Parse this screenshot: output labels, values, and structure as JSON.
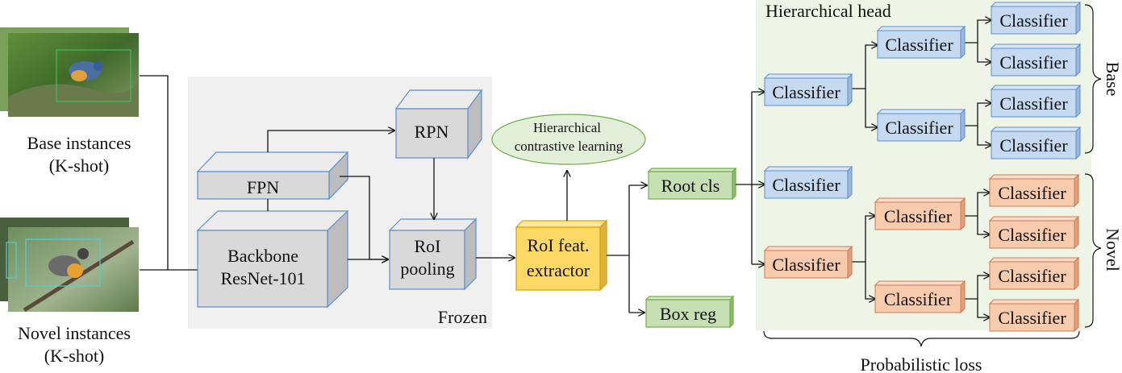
{
  "inputs": {
    "base_label": "Base instances",
    "base_shot": "(K-shot)",
    "novel_label": "Novel instances",
    "novel_shot": "(K-shot)"
  },
  "frozen": {
    "label": "Frozen",
    "fpn": "FPN",
    "backbone_line1": "Backbone",
    "backbone_line2": "ResNet-101",
    "rpn": "RPN",
    "roi_pool_line1": "RoI",
    "roi_pool_line2": "pooling"
  },
  "extractor": {
    "line1": "RoI feat.",
    "line2": "extractor"
  },
  "contrastive": {
    "line1": "Hierarchical",
    "line2": "contrastive learning"
  },
  "heads": {
    "root": "Root cls",
    "box": "Box reg"
  },
  "hierarchy": {
    "title": "Hierarchical head",
    "classifier_label": "Classifier",
    "base_group": "Base",
    "novel_group": "Novel",
    "loss": "Probabilistic loss"
  },
  "colors": {
    "blue_face": "#c5d9f1",
    "orange_face": "#f8cbad",
    "green_face": "#c6e0b4",
    "gray_face": "#d9d9d9",
    "yellow_face": "#ffd966",
    "frozen_bg": "#f0f0f0",
    "hier_bg": "#eef5e6"
  }
}
